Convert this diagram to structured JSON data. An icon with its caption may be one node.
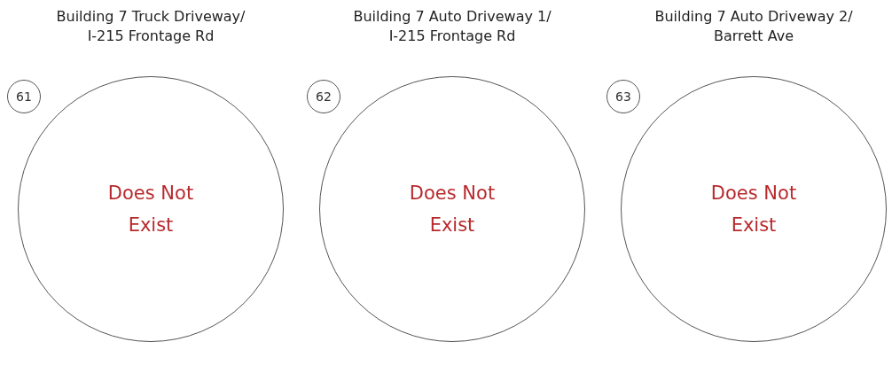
{
  "diagram": {
    "nodes": [
      {
        "text": [
          "Building 7 Truck Driveway/ I-215 Frontage Rd",
          "Does Not Exist"
        ]
      },
      {
        "text": [
          "61"
        ]
      },
      {
        "text": [
          "Building 7 Auto Driveway 1/ I-215 Frontage Rd",
          "Does Not Exist"
        ]
      },
      {
        "text": [
          "62"
        ]
      },
      {
        "text": [
          "Building 7 Auto Driveway 2/ Barrett Ave",
          "Does Not Exist"
        ]
      },
      {
        "text": [
          "63"
        ]
      }
    ],
    "edges": []
  }
}
